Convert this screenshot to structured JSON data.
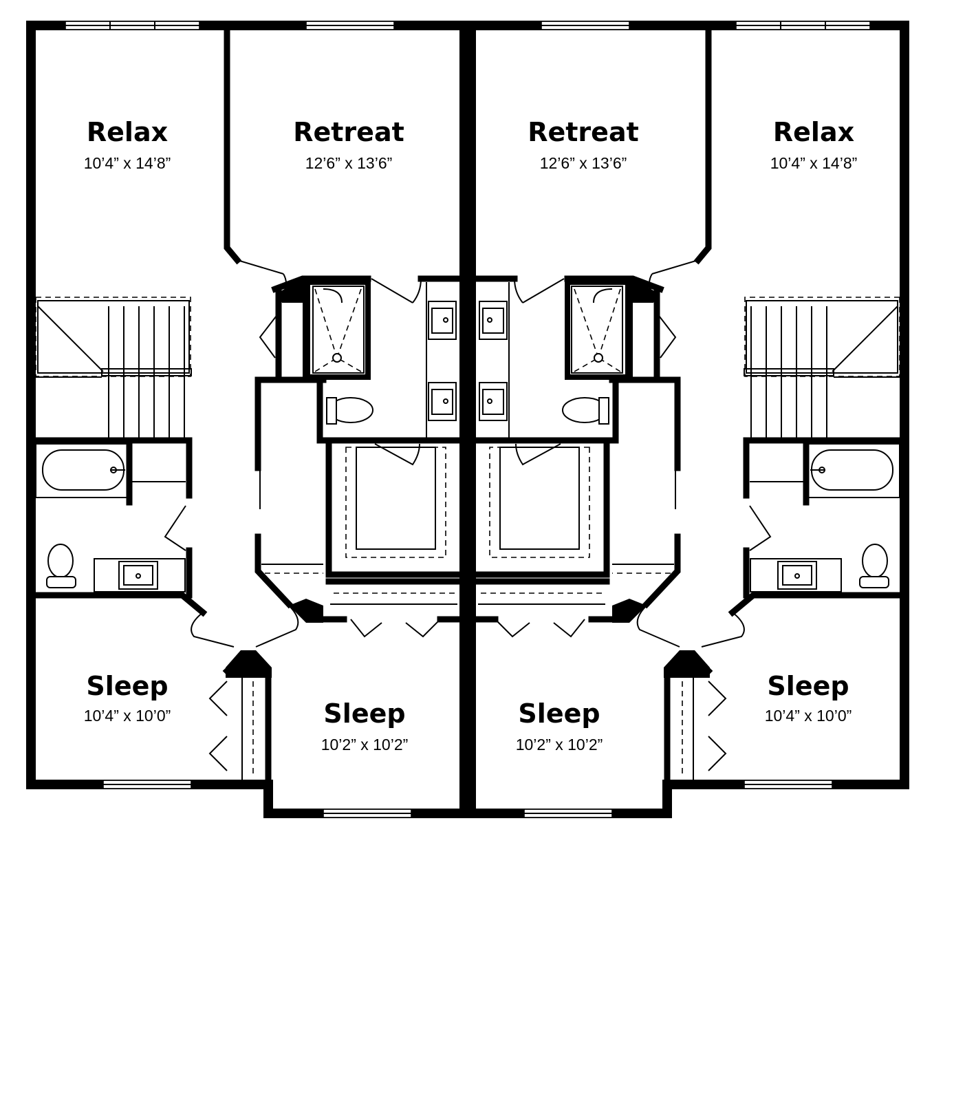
{
  "rooms": [
    {
      "id": "relax-left",
      "name": "Relax",
      "dims": "10’4” x 14’8”"
    },
    {
      "id": "retreat-left",
      "name": "Retreat",
      "dims": "12’6” x 13’6”"
    },
    {
      "id": "retreat-right",
      "name": "Retreat",
      "dims": "12’6” x 13’6”"
    },
    {
      "id": "relax-right",
      "name": "Relax",
      "dims": "10’4” x 14’8”"
    },
    {
      "id": "sleep-left",
      "name": "Sleep",
      "dims": "10’4” x 10’0”"
    },
    {
      "id": "sleep-center-left",
      "name": "Sleep",
      "dims": "10’2” x 10’2”"
    },
    {
      "id": "sleep-center-right",
      "name": "Sleep",
      "dims": "10’2” x 10’2”"
    },
    {
      "id": "sleep-right",
      "name": "Sleep",
      "dims": "10’4” x 10’0”"
    }
  ]
}
